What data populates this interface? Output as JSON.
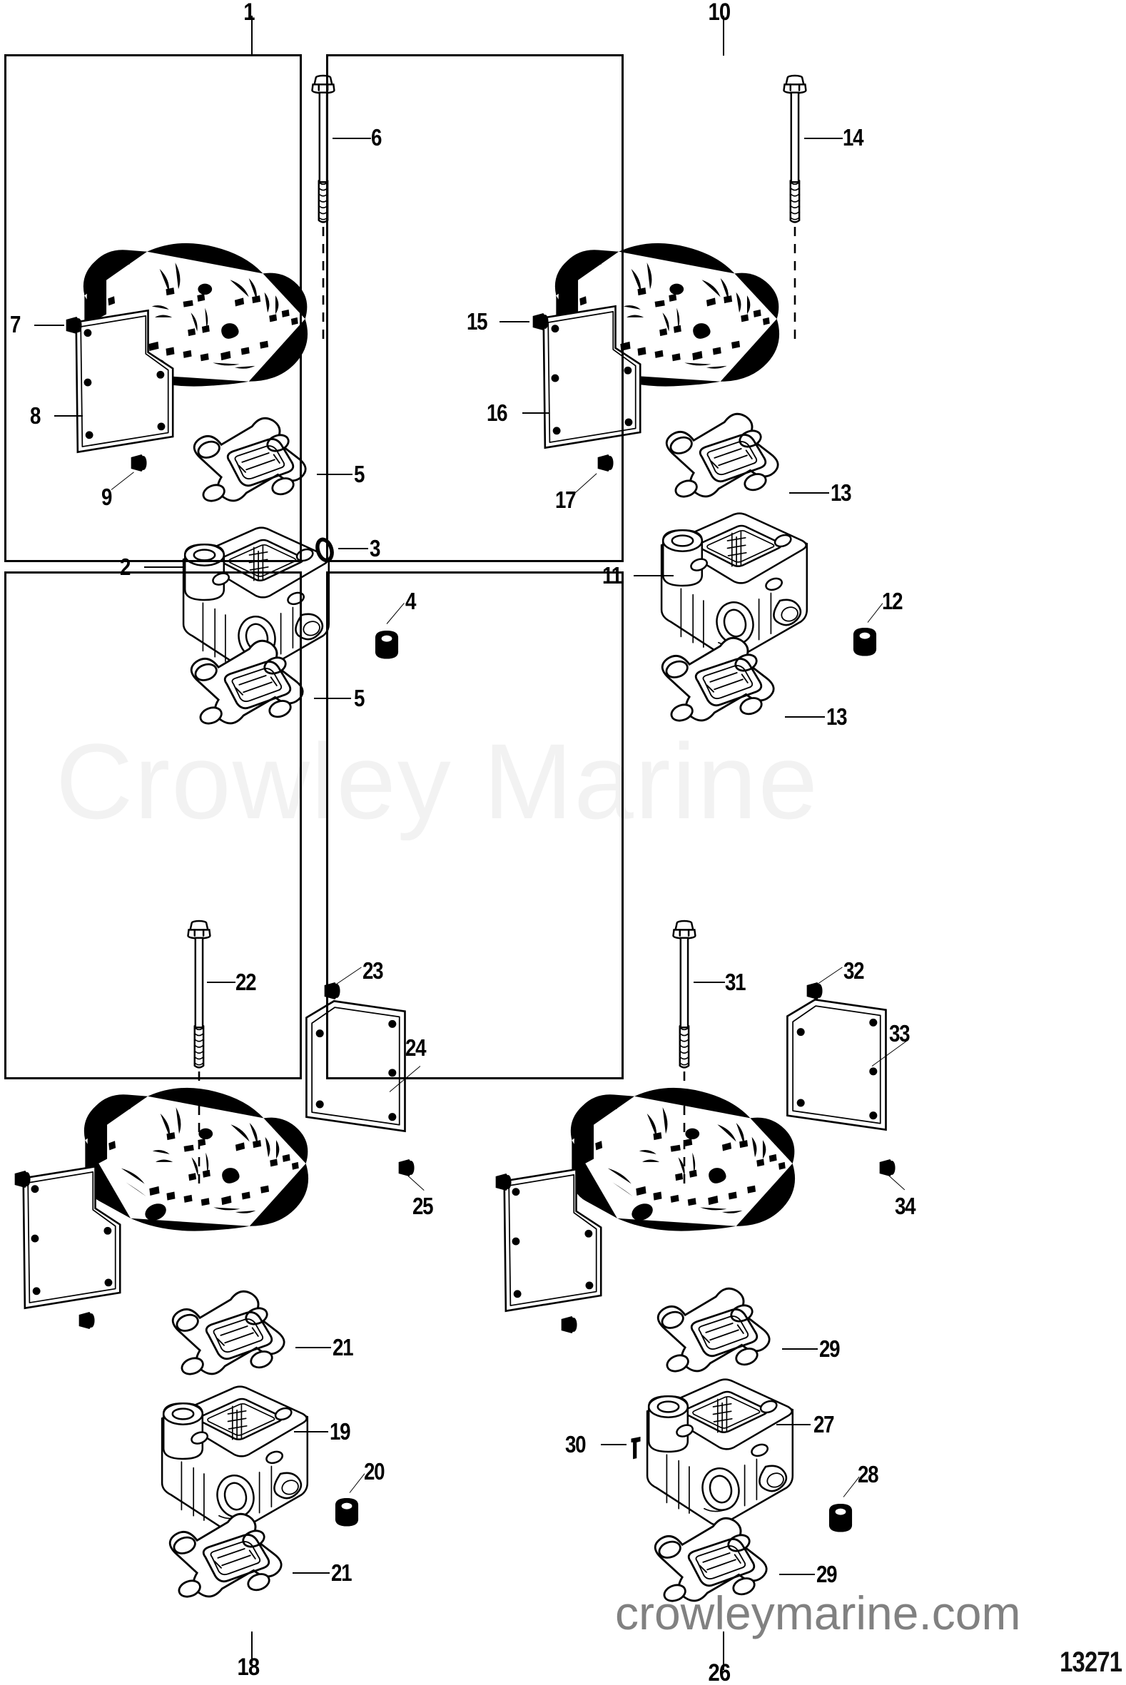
{
  "diagram": {
    "id_number": "13271",
    "watermark_large": "Crowley Marine",
    "watermark_small": "crowleymarine.com"
  },
  "panels": [
    {
      "id": "panel-1",
      "number": "1",
      "number_position": "top",
      "callouts": [
        {
          "ref": "6",
          "part": "long-flange-bolt"
        },
        {
          "ref": "7",
          "part": "screw-upper"
        },
        {
          "ref": "8",
          "part": "cover-plate"
        },
        {
          "ref": "9",
          "part": "screw-lower"
        },
        {
          "ref": "5",
          "part": "gasket-upper"
        },
        {
          "ref": "2",
          "part": "exhaust-elbow-riser"
        },
        {
          "ref": "3",
          "part": "o-ring"
        },
        {
          "ref": "4",
          "part": "grommet-bushing"
        },
        {
          "ref": "5",
          "part": "gasket-lower"
        }
      ]
    },
    {
      "id": "panel-2",
      "number": "10",
      "number_position": "top",
      "callouts": [
        {
          "ref": "14",
          "part": "long-flange-bolt"
        },
        {
          "ref": "15",
          "part": "screw-upper"
        },
        {
          "ref": "16",
          "part": "cover-plate"
        },
        {
          "ref": "17",
          "part": "screw-lower"
        },
        {
          "ref": "13",
          "part": "gasket-upper"
        },
        {
          "ref": "11",
          "part": "exhaust-elbow-riser"
        },
        {
          "ref": "12",
          "part": "grommet-bushing"
        },
        {
          "ref": "13",
          "part": "gasket-lower"
        }
      ]
    },
    {
      "id": "panel-3",
      "number": "18",
      "number_position": "bottom",
      "callouts": [
        {
          "ref": "22",
          "part": "long-flange-bolt"
        },
        {
          "ref": "23",
          "part": "screw-upper-right"
        },
        {
          "ref": "24",
          "part": "cover-plate-right"
        },
        {
          "ref": "25",
          "part": "screw-lower-right"
        },
        {
          "ref": "21",
          "part": "gasket-upper"
        },
        {
          "ref": "19",
          "part": "exhaust-elbow-riser"
        },
        {
          "ref": "20",
          "part": "grommet-bushing"
        },
        {
          "ref": "21",
          "part": "gasket-lower"
        }
      ]
    },
    {
      "id": "panel-4",
      "number": "26",
      "number_position": "bottom",
      "callouts": [
        {
          "ref": "31",
          "part": "long-flange-bolt"
        },
        {
          "ref": "32",
          "part": "screw-upper-right"
        },
        {
          "ref": "33",
          "part": "cover-plate-right"
        },
        {
          "ref": "34",
          "part": "screw-lower-right"
        },
        {
          "ref": "29",
          "part": "gasket-upper"
        },
        {
          "ref": "27",
          "part": "exhaust-elbow-riser"
        },
        {
          "ref": "30",
          "part": "screw-side"
        },
        {
          "ref": "28",
          "part": "grommet-bushing"
        },
        {
          "ref": "29",
          "part": "gasket-lower"
        }
      ]
    }
  ],
  "labels": {
    "p1": {
      "n1": "1",
      "n6": "6",
      "n7": "7",
      "n8": "8",
      "n9": "9",
      "n5a": "5",
      "n2": "2",
      "n3": "3",
      "n4": "4",
      "n5b": "5"
    },
    "p2": {
      "n10": "10",
      "n14": "14",
      "n15": "15",
      "n16": "16",
      "n17": "17",
      "n13a": "13",
      "n11": "11",
      "n12": "12",
      "n13b": "13"
    },
    "p3": {
      "n18": "18",
      "n22": "22",
      "n23": "23",
      "n24": "24",
      "n25": "25",
      "n21a": "21",
      "n19": "19",
      "n20": "20",
      "n21b": "21"
    },
    "p4": {
      "n26": "26",
      "n31": "31",
      "n32": "32",
      "n33": "33",
      "n34": "34",
      "n29a": "29",
      "n27": "27",
      "n30": "30",
      "n28": "28",
      "n29b": "29"
    }
  },
  "colors": {
    "ink": "#000000",
    "watermark_large": "#f2f2f2",
    "watermark_small": "#818181",
    "background": "#ffffff"
  }
}
